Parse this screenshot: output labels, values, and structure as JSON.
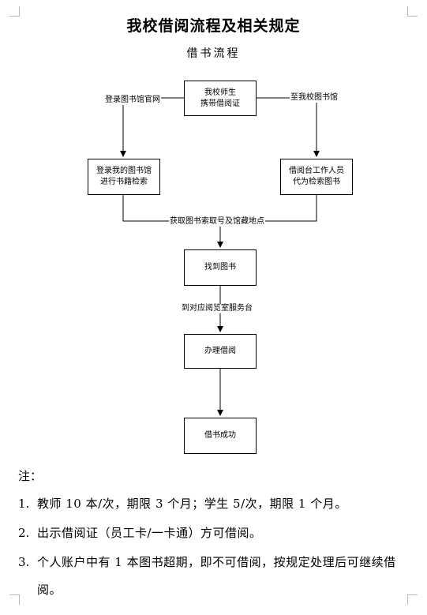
{
  "title": "我校借阅流程及相关规定",
  "subtitle": "借书流程",
  "flow": {
    "boxes": {
      "start": "我校师生\n携带借阅证",
      "left": "登录我的图书馆\n进行书籍检索",
      "right": "借阅台工作人员\n代为检索图书",
      "find": "找到图书",
      "process": "办理借阅",
      "done": "借书成功"
    },
    "labels": {
      "to_left": "登录图书馆官网",
      "to_right": "至我校图书馆",
      "merge": "获取图书索取号及馆藏地点",
      "to_desk": "到对应阅览室服务台"
    }
  },
  "notes": {
    "heading": "注：",
    "items": [
      {
        "num": "1.",
        "text": "教师 10 本/次，期限 3 个月；学生 5/次，期限 1 个月。"
      },
      {
        "num": "2.",
        "text": "出示借阅证（员工卡/一卡通）方可借阅。"
      },
      {
        "num": "3.",
        "text": "个人账户中有 1 本图书超期，即不可借阅，按规定处理后可继续借阅。"
      }
    ]
  }
}
